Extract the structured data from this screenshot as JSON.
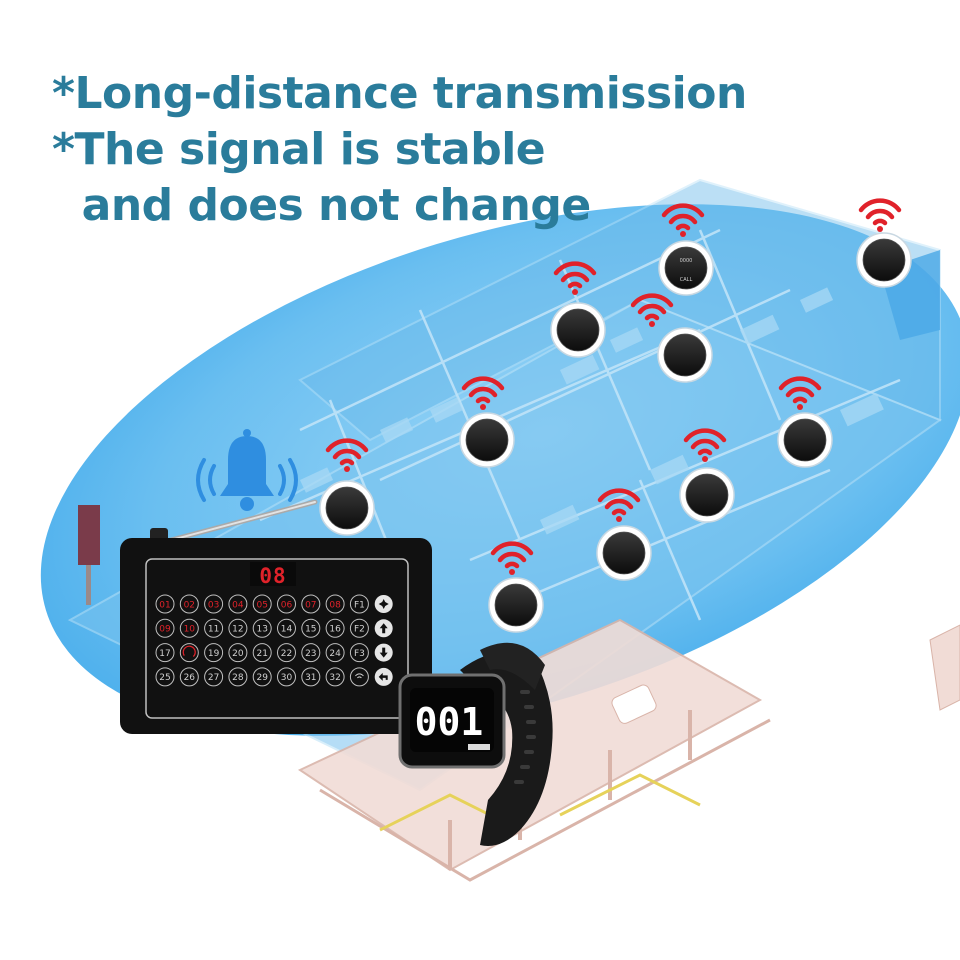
{
  "headline": {
    "line1": "*Long-distance transmission",
    "line2": "*The signal is stable",
    "line3": "  and does not change"
  },
  "receiver": {
    "display": "08",
    "keys": [
      [
        "01",
        "02",
        "03",
        "04",
        "05",
        "06",
        "07",
        "08",
        "F1"
      ],
      [
        "09",
        "10",
        "11",
        "12",
        "13",
        "14",
        "15",
        "16",
        "F2"
      ],
      [
        "17",
        "",
        "19",
        "20",
        "21",
        "22",
        "23",
        "24",
        "F3"
      ],
      [
        "25",
        "26",
        "27",
        "28",
        "29",
        "30",
        "31",
        "32",
        ""
      ]
    ],
    "active_keys": [
      "01",
      "02",
      "03",
      "04",
      "05",
      "06",
      "07",
      "08",
      "09",
      "10"
    ]
  },
  "watch": {
    "display": "001"
  },
  "call_button": {
    "top_label": "0000",
    "bottom_label": "CALL"
  },
  "colors": {
    "headline": "#2a7c9b",
    "coverage": "#3aa7ea",
    "signal": "#e0222a",
    "display_red": "#e0222a",
    "device_body": "#111111"
  },
  "icons": {
    "alert": "bell-icon",
    "signal": "wifi-signal-icon",
    "settings": "gear-icon",
    "up": "arrow-up-icon",
    "down": "arrow-down-icon",
    "back": "return-icon"
  }
}
